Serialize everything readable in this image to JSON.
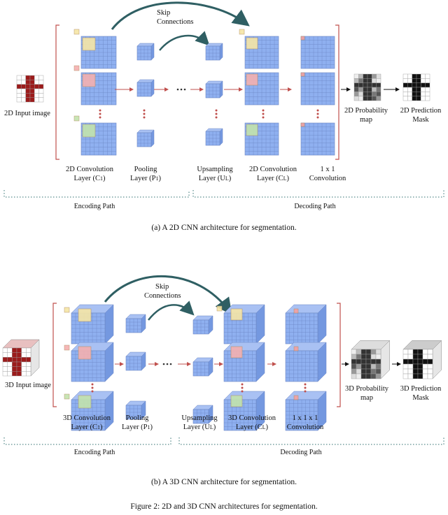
{
  "figure_caption": "Figure 2: 2D and 3D CNN architectures for segmentation.",
  "panels": [
    {
      "caption": "(a) A 2D CNN architecture for segmentation.",
      "input_label": "2D Input image",
      "skip_label_1": "Skip",
      "skip_label_2": "Connections",
      "conv_label_1": "2D Convolution",
      "conv_label_2": "Layer (C",
      "conv_sub": "1",
      "pool_label_1": "Pooling",
      "pool_label_2": "Layer (P",
      "pool_sub": "1",
      "up_label_1": "Upsampling",
      "up_label_2": "Layer (U",
      "up_sub": "L",
      "conv2_label_1": "2D Convolution",
      "conv2_label_2": "Layer (C",
      "conv2_sub": "L",
      "one_by_one_1": "1 x 1",
      "one_by_one_2": "Convolution",
      "prob_label_1": "2D Probability",
      "prob_label_2": "map",
      "pred_label_1": "2D Prediction",
      "pred_label_2": "Mask",
      "encoding_path": "Encoding Path",
      "decoding_path": "Decoding Path"
    },
    {
      "caption": "(b) A 3D CNN architecture for segmentation.",
      "input_label": "3D Input image",
      "skip_label_1": "Skip",
      "skip_label_2": "Connections",
      "conv_label_1": "3D Convolution",
      "conv_label_2": "Layer (C",
      "conv_sub": "1",
      "pool_label_1": "Pooling",
      "pool_label_2": "Layer (P",
      "pool_sub": "1",
      "up_label_1": "Upsampling",
      "up_label_2": "Layer (U",
      "up_sub": "L",
      "conv2_label_1": "3D Convolution",
      "conv2_label_2": "Layer (C",
      "conv2_sub": "L",
      "one_by_one_1": "1 x 1 x 1",
      "one_by_one_2": "Convolution",
      "prob_label_1": "3D Probability",
      "prob_label_2": "map",
      "pred_label_1": "3D Prediction",
      "pred_label_2": "Mask",
      "encoding_path": "Encoding Path",
      "decoding_path": "Decoding Path"
    }
  ],
  "colors": {
    "cube_blue": "#8fb0f0",
    "cube_yellow": "#f6e6a6",
    "cube_pink": "#f4b0b0",
    "cube_green": "#c3e3ad",
    "bracket_red": "#c0504d",
    "arrow_red": "#c0504d",
    "path_teal": "#2f6f6f",
    "skip_arrow": "#2f5f63",
    "mask_dark": "#111111",
    "input_red": "#9b1b1b"
  }
}
